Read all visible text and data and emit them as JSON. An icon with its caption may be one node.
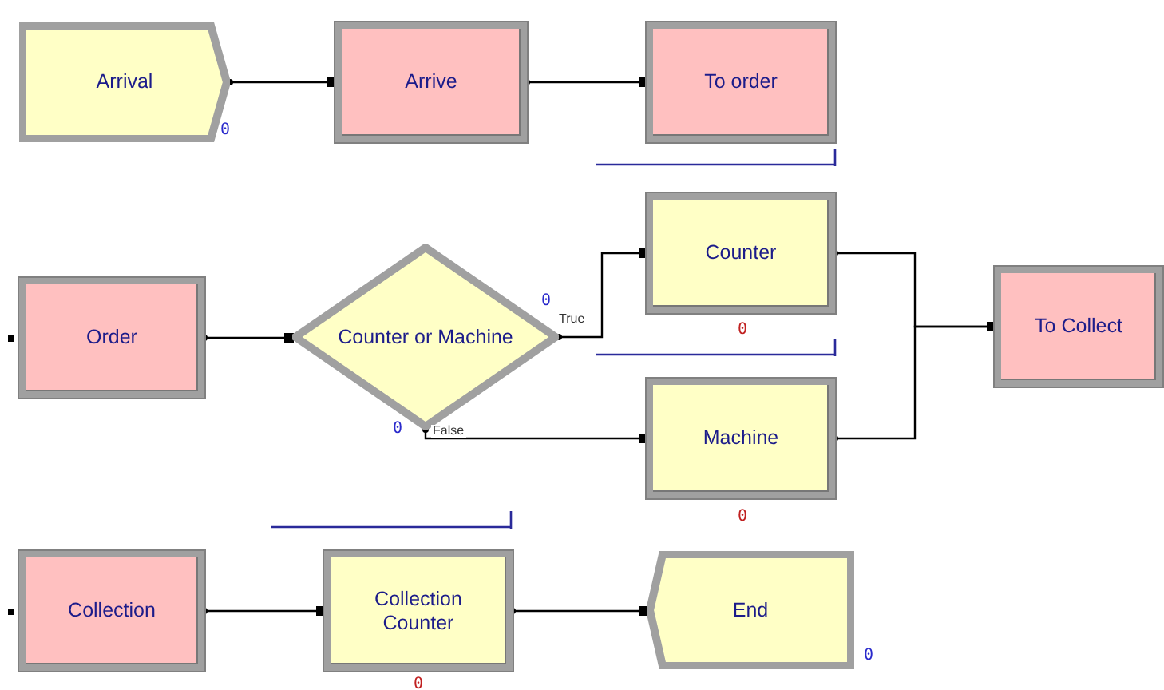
{
  "diagram": {
    "nodes": [
      {
        "text": [
          "Arrival"
        ],
        "beside": [
          "0"
        ]
      },
      {
        "text": [
          "Arrive"
        ]
      },
      {
        "text": [
          "To order"
        ]
      },
      {
        "text": [
          "Order"
        ]
      },
      {
        "text": [
          "Counter or Machine"
        ],
        "beside": [
          "0",
          "0"
        ]
      },
      {
        "text": [
          "Counter"
        ],
        "beside": [
          "0"
        ]
      },
      {
        "text": [
          "Machine"
        ],
        "beside": [
          "0"
        ]
      },
      {
        "text": [
          "To Collect"
        ]
      },
      {
        "text": [
          "Collection"
        ]
      },
      {
        "text": [
          "Collection Counter"
        ],
        "beside": [
          "0"
        ]
      },
      {
        "text": [
          "End"
        ],
        "beside": [
          "0"
        ]
      }
    ],
    "edges": [
      {
        "from": 0,
        "to": 1,
        "arrow": "other"
      },
      {
        "from": 1,
        "to": 2,
        "arrow": "other"
      },
      {
        "from": 3,
        "to": 4,
        "arrow": "other"
      },
      {
        "from": 4,
        "to": 5,
        "label": "True",
        "arrow": "other"
      },
      {
        "from": 4,
        "to": 6,
        "label": "False",
        "arrow": "other"
      },
      {
        "from": 5,
        "to": 7,
        "arrow": "other"
      },
      {
        "from": 6,
        "to": 7,
        "arrow": "other"
      },
      {
        "from": 8,
        "to": 9,
        "arrow": "other"
      },
      {
        "from": 9,
        "to": 10,
        "arrow": "other"
      }
    ]
  }
}
